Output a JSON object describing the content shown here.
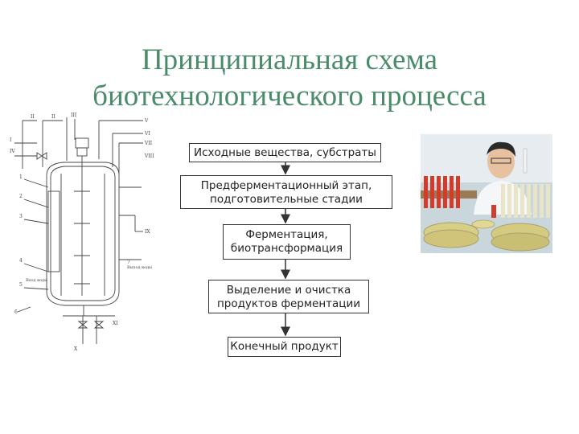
{
  "title": {
    "line1": "Принципиальная схема",
    "line2": "биотехнологического процесса"
  },
  "flow": {
    "steps": [
      [
        "Исходные вещества, субстраты"
      ],
      [
        "Предферментационный этап,",
        "подготовительные стадии"
      ],
      [
        "Ферментация,",
        "биотрансформация"
      ],
      [
        "Выделение и очистка",
        "продуктов ферментации"
      ],
      [
        "Конечный продукт"
      ]
    ]
  },
  "reactor": {
    "roman_labels": [
      "II",
      "II",
      "III",
      "I",
      "V",
      "IV",
      "VI",
      "VII",
      "VIII",
      "IX",
      "X",
      "XI"
    ],
    "numbers": [
      "1",
      "2",
      "3",
      "4",
      "5",
      "6",
      "7"
    ],
    "inlet_label": "Вход воды",
    "outlet_label": "Выход воды"
  },
  "colors": {
    "title": "#4a8c6a",
    "box_border": "#333333",
    "arrow": "#333333"
  }
}
